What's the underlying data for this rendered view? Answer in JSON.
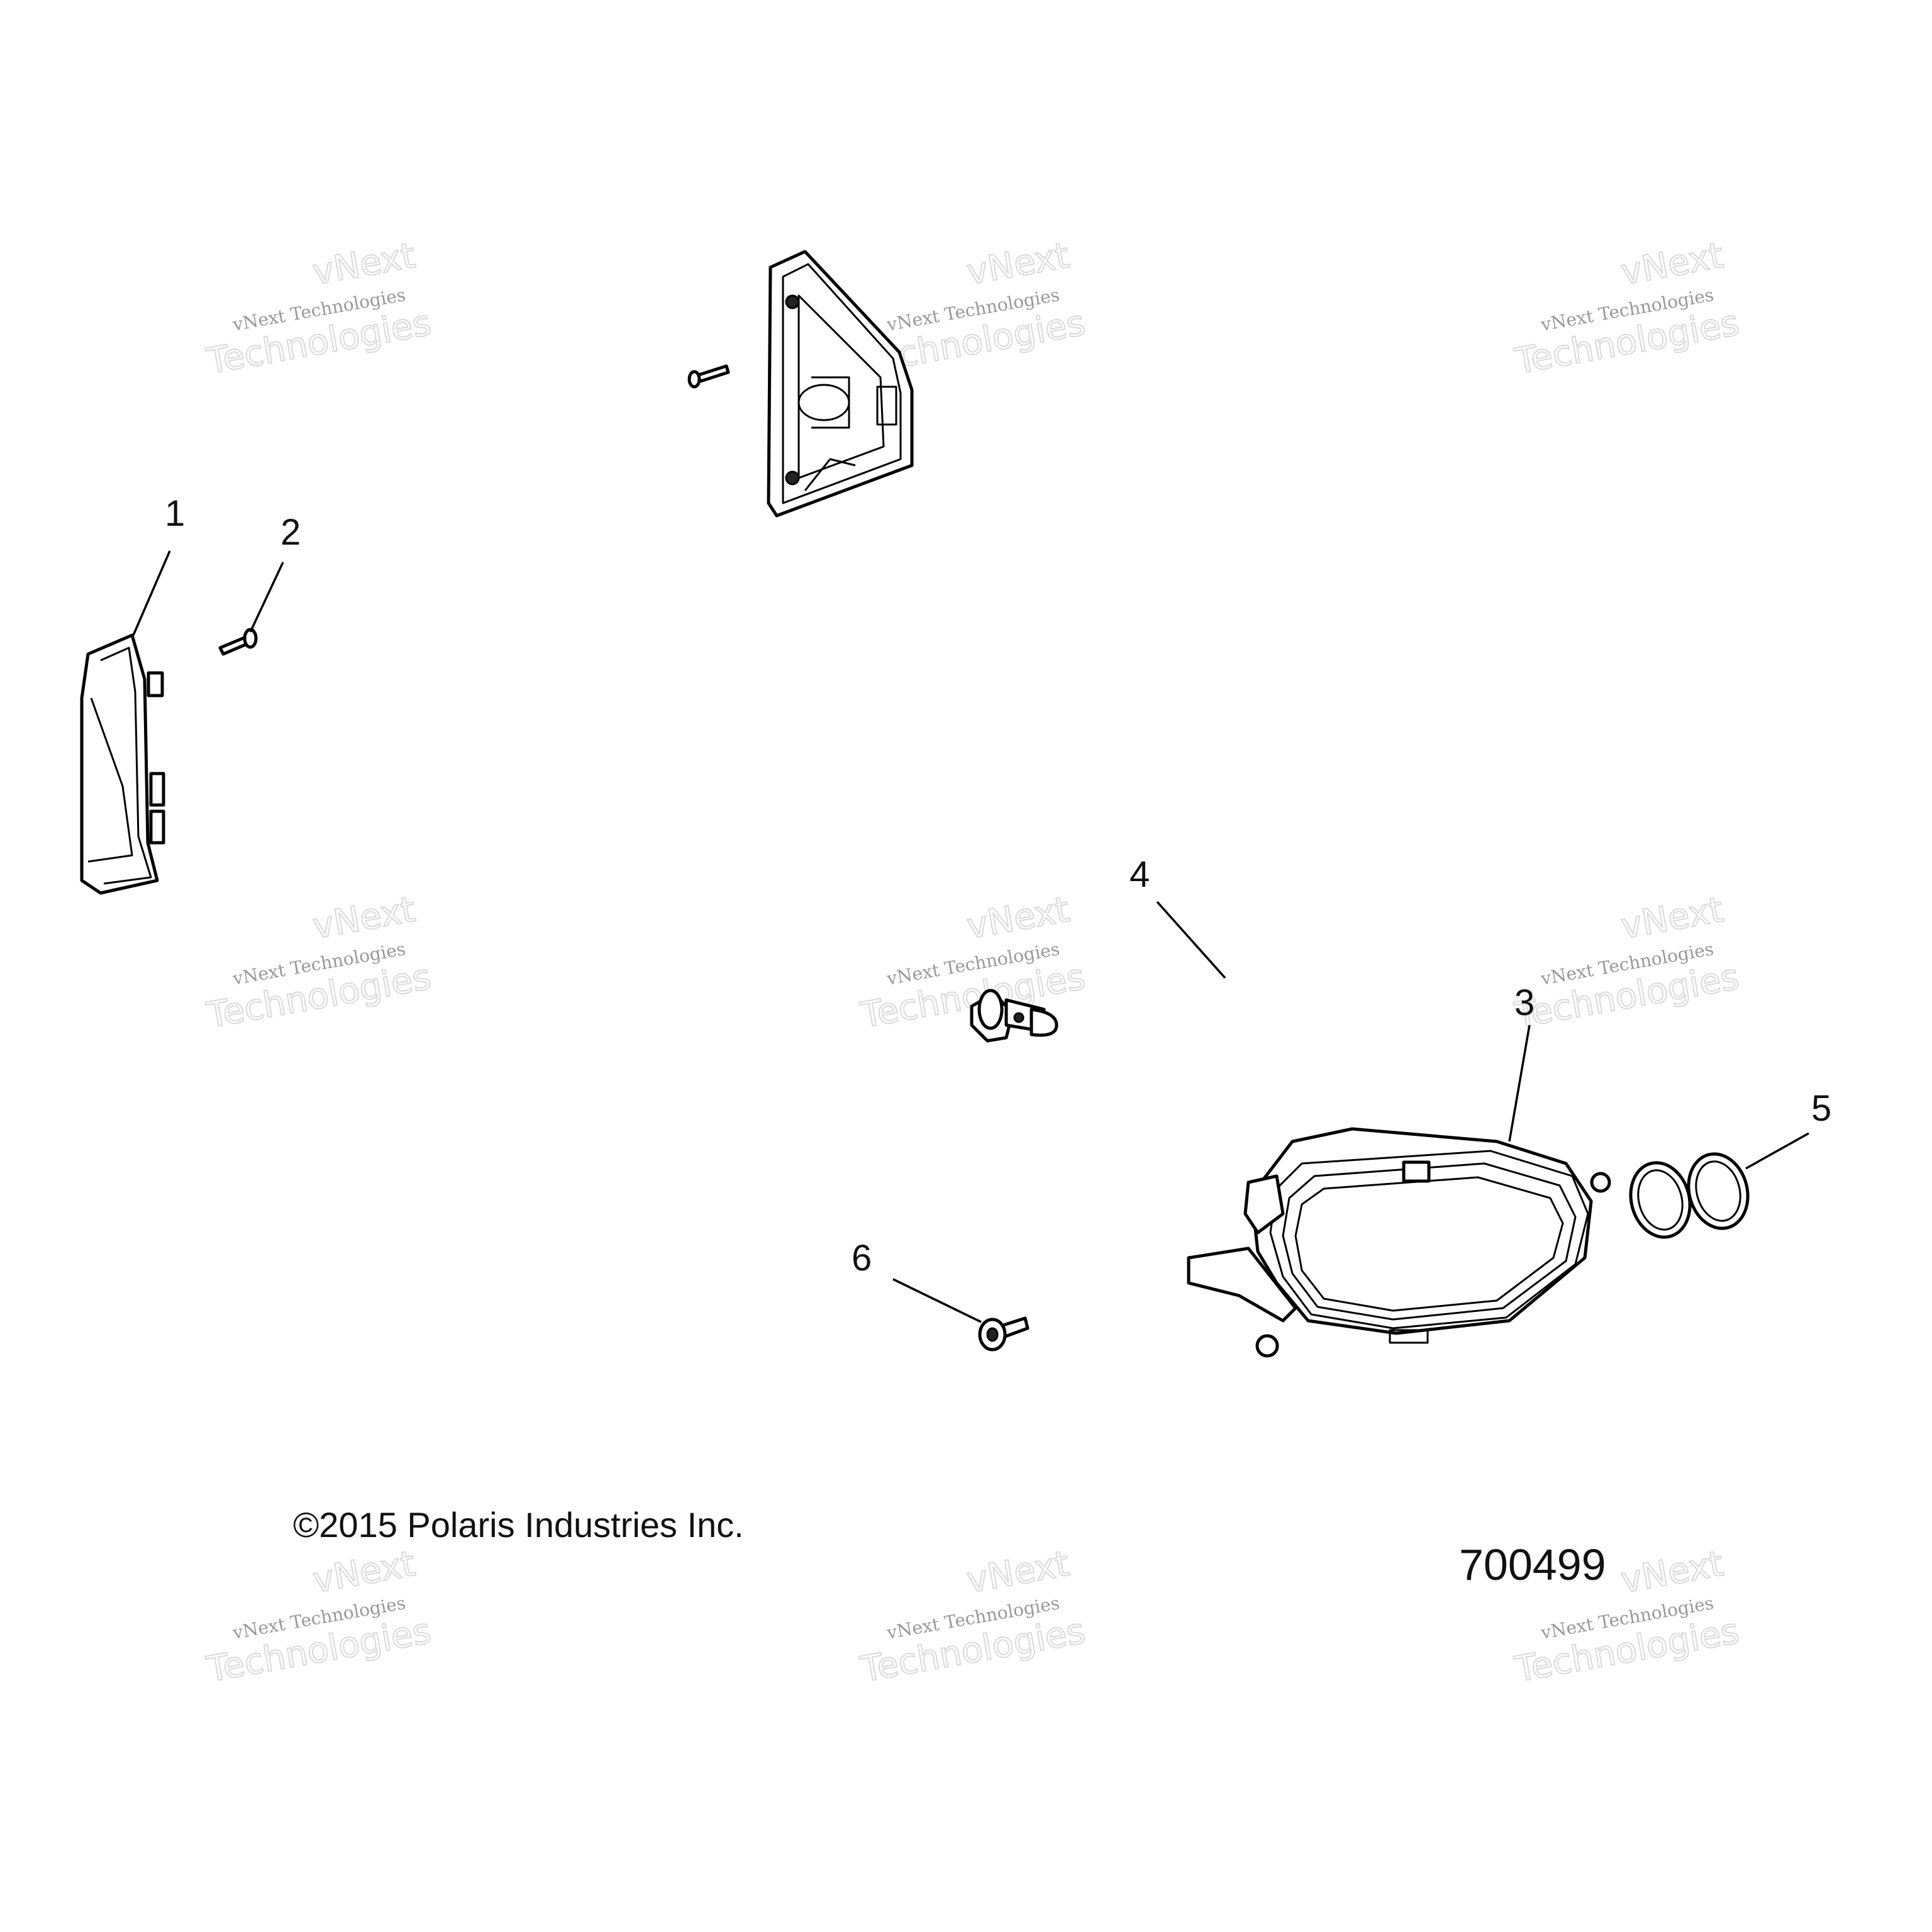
{
  "watermark": {
    "line1": "vNext",
    "line2": "vNext Technologies",
    "line3": "Technologies"
  },
  "callouts": [
    {
      "id": "1",
      "label": "1"
    },
    {
      "id": "2",
      "label": "2"
    },
    {
      "id": "3",
      "label": "3"
    },
    {
      "id": "4",
      "label": "4"
    },
    {
      "id": "5",
      "label": "5"
    },
    {
      "id": "6",
      "label": "6"
    }
  ],
  "copyright": "©2015 Polaris Industries Inc.",
  "figure_number": "700499"
}
